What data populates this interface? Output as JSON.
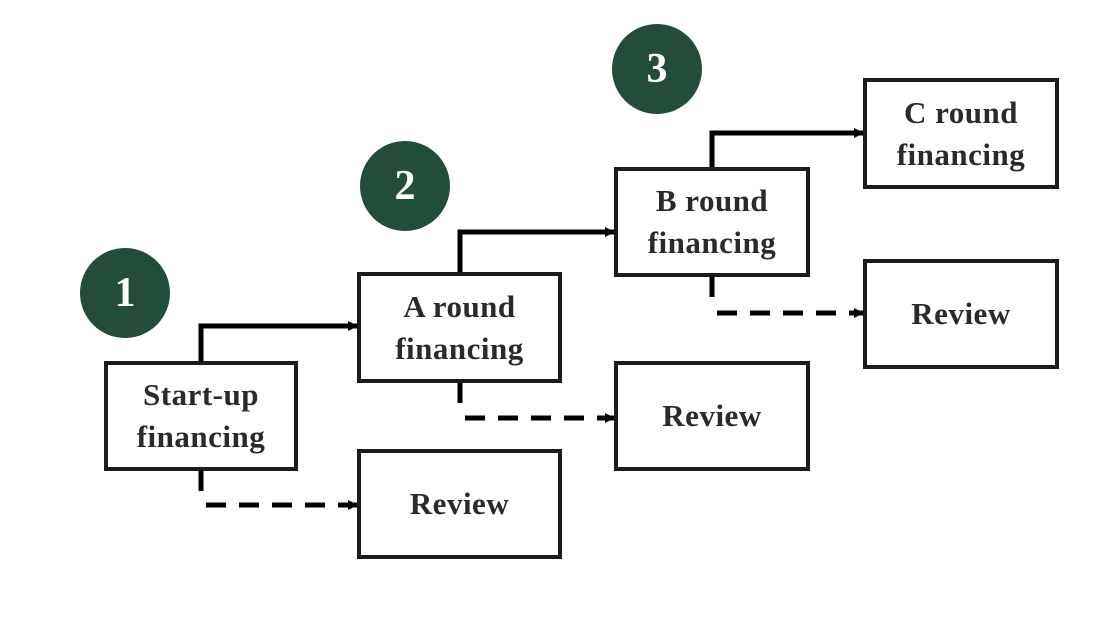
{
  "colors": {
    "badge_fill": "#244c3b",
    "badge_text": "#ffffff",
    "box_border": "#1c1c1c",
    "text": "#2a2a2a"
  },
  "stages": [
    {
      "badge": "1",
      "label": "Start-up\nfinancing",
      "review": "Review"
    },
    {
      "badge": "2",
      "label": "A round\nfinancing",
      "review": "Review"
    },
    {
      "badge": "3",
      "label": "B round\nfinancing",
      "review": "Review"
    }
  ],
  "final_stage": {
    "label": "C round\nfinancing"
  }
}
